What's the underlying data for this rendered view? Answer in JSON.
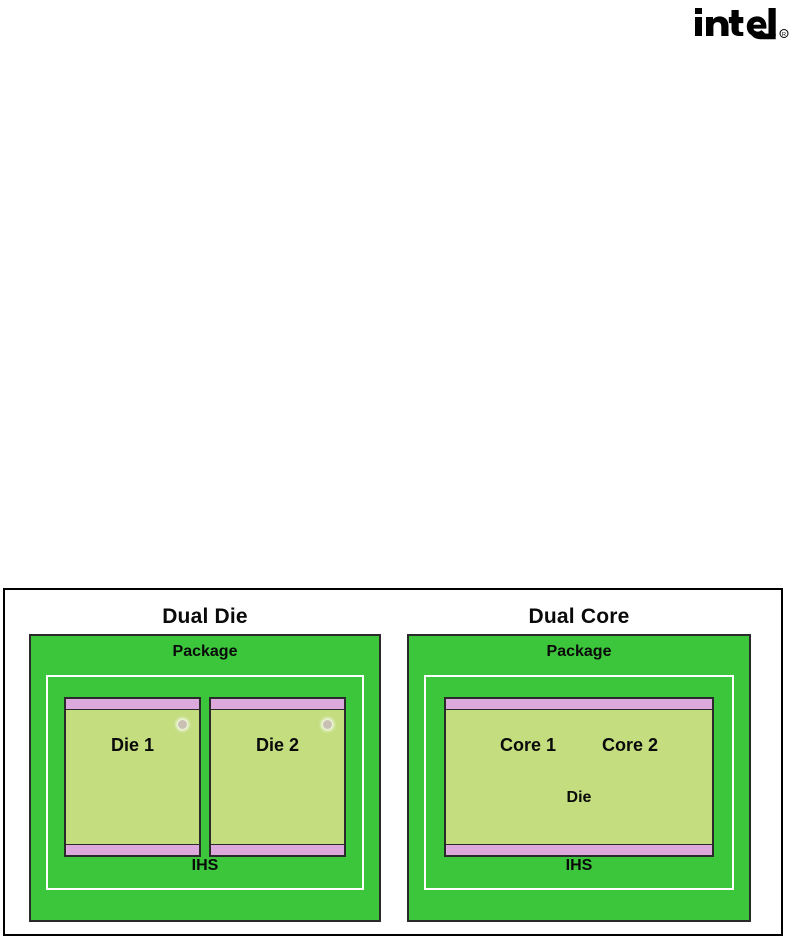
{
  "brand": {
    "logo_name": "intel-logo",
    "wordmark": "intel",
    "registered_mark": "®"
  },
  "figure": {
    "colors": {
      "package_green": "#3cc63c",
      "die_silicon": "#c3dd7f",
      "solder_strip": "#dda9dd",
      "outline": "#2a2a2a",
      "ihs_border": "#ffffff",
      "text": "#0a0a0a",
      "background": "#ffffff"
    },
    "panels": [
      {
        "id": "dual-die",
        "title": "Dual Die",
        "package_label": "Package",
        "ihs_label": "IHS",
        "dies": [
          {
            "label": "Die 1",
            "has_fiducial": true
          },
          {
            "label": "Die 2",
            "has_fiducial": true
          }
        ]
      },
      {
        "id": "dual-core",
        "title": "Dual Core",
        "package_label": "Package",
        "ihs_label": "IHS",
        "die_caption": "Die",
        "cores": [
          {
            "label": "Core 1"
          },
          {
            "label": "Core 2"
          }
        ]
      }
    ]
  }
}
